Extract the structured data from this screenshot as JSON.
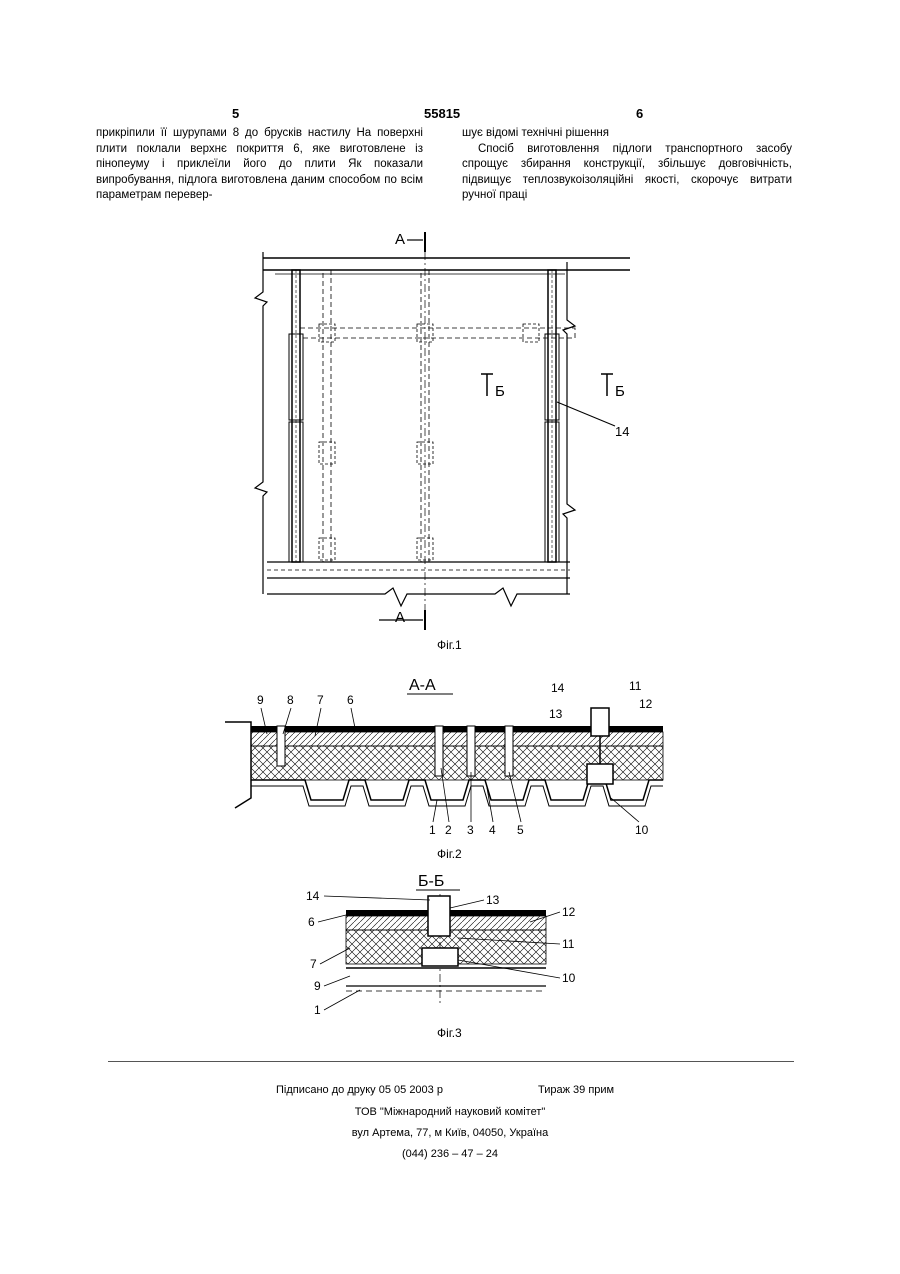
{
  "header": {
    "page_left": "5",
    "doc_number": "55815",
    "page_right": "6"
  },
  "column_left": {
    "text": "прикріпили її шурупами 8 до брусків настилу На поверхні плити поклали верхнє покриття 6, яке виготовлене із пінопеуму і приклеїли його до плити Як показали випробування, підлога виготовлена даним способом по всім параметрам перевер-"
  },
  "column_right": {
    "line1": "шує відомі технічні рішення",
    "para2": "Спосіб виготовлення підлоги транспортного засобу спрощує збирання конструкції, збільшує довговічність, підвищує теплозвукоізоляційні якості, скорочує витрати ручної праці"
  },
  "fig1": {
    "caption": "Фіг.1",
    "section_top": "А",
    "section_bottom": "А",
    "section_b_left": "Б",
    "section_b_right": "Б",
    "label_14": "14"
  },
  "fig2": {
    "caption": "Фіг.2",
    "title": "А-А",
    "labels_top": [
      "9",
      "8",
      "7",
      "6",
      "14",
      "13",
      "11",
      "12"
    ],
    "labels_bottom": [
      "1",
      "2",
      "3",
      "4",
      "5",
      "10"
    ]
  },
  "fig3": {
    "caption": "Фіг.3",
    "title": "Б-Б",
    "labels": [
      "14",
      "13",
      "12",
      "6",
      "11",
      "7",
      "10",
      "9",
      "1"
    ]
  },
  "footer": {
    "signed": "Підписано до друку 05 05 2003 р",
    "run": "Тираж 39 прим",
    "org": "ТОВ \"Міжнародний науковий комітет\"",
    "address": "вул Артема, 77, м Київ, 04050, Україна",
    "phone": "(044) 236 – 47 – 24"
  }
}
